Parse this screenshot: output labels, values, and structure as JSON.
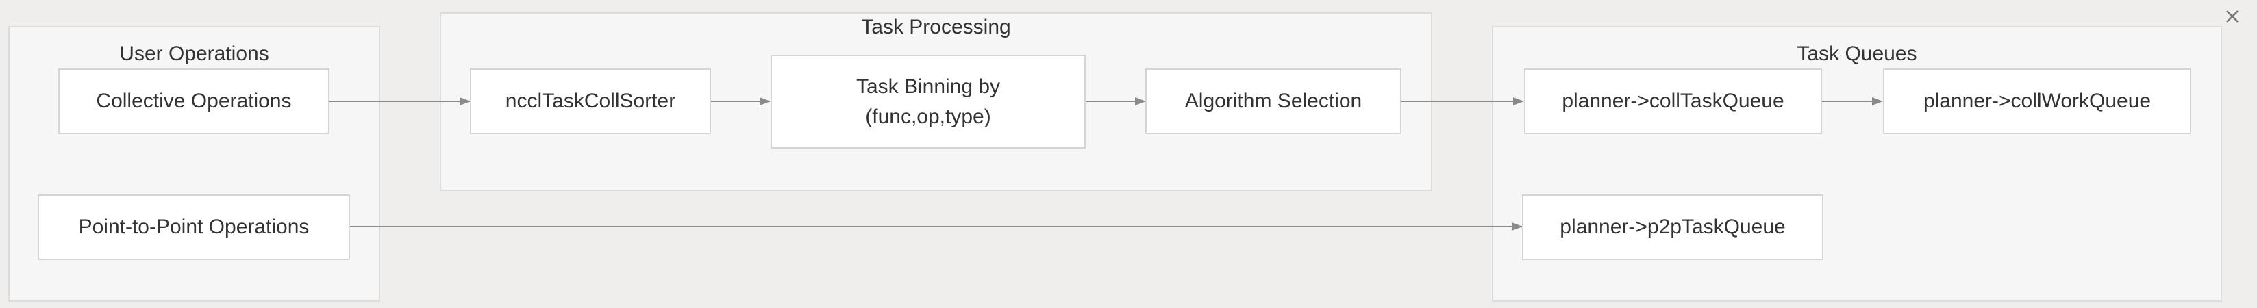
{
  "groups": {
    "user_ops": {
      "title": "User Operations"
    },
    "task_processing": {
      "title": "Task Processing"
    },
    "task_queues": {
      "title": "Task Queues"
    }
  },
  "nodes": {
    "collective_ops": "Collective Operations",
    "p2p_ops": "Point-to-Point Operations",
    "coll_sorter": "ncclTaskCollSorter",
    "task_binning": "Task Binning by\n(func,op,type)",
    "algo_selection": "Algorithm Selection",
    "coll_task_queue": "planner->collTaskQueue",
    "coll_work_queue": "planner->collWorkQueue",
    "p2p_task_queue": "planner->p2pTaskQueue"
  },
  "edges": [
    {
      "from": "collective_ops",
      "to": "coll_sorter"
    },
    {
      "from": "coll_sorter",
      "to": "task_binning"
    },
    {
      "from": "task_binning",
      "to": "algo_selection"
    },
    {
      "from": "algo_selection",
      "to": "coll_task_queue"
    },
    {
      "from": "coll_task_queue",
      "to": "coll_work_queue"
    },
    {
      "from": "p2p_ops",
      "to": "p2p_task_queue"
    }
  ],
  "colors": {
    "background": "#efeeed",
    "group_fill": "#f6f6f6",
    "group_border": "#dcdcdc",
    "node_fill": "#ffffff",
    "node_border": "#d4d4d4",
    "edge": "#8a8a8a",
    "text": "#333333"
  },
  "icons": {
    "close": "close-icon"
  }
}
